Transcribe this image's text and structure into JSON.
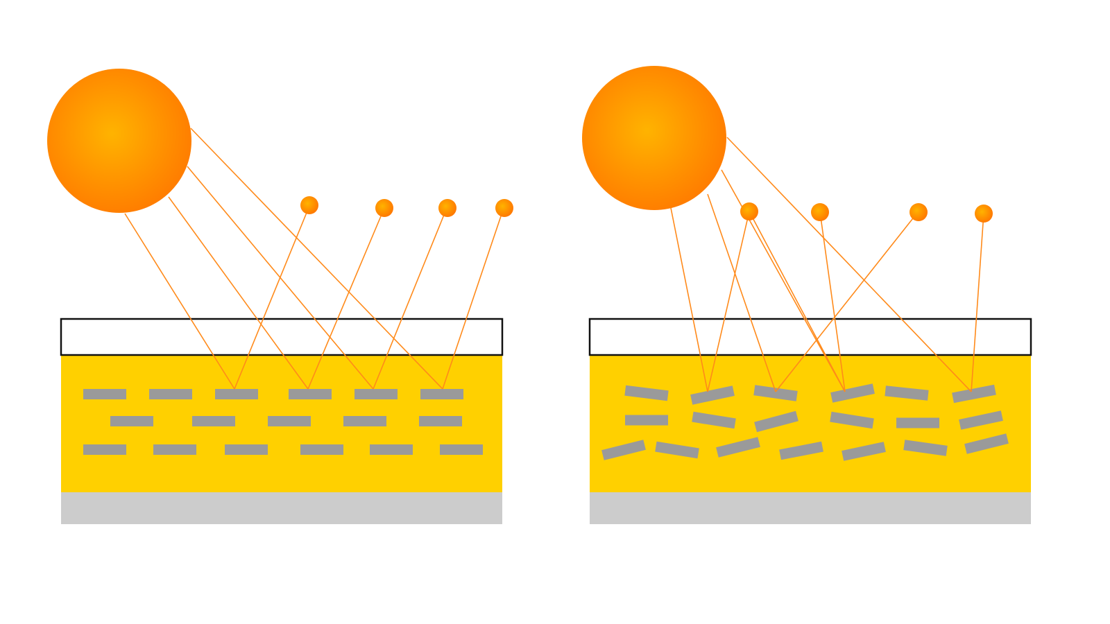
{
  "colors": {
    "background": "#ffffff",
    "sun_center": "#ffb300",
    "sun_edge": "#ff7a00",
    "ray": "#ff8a1a",
    "coating": "#ffd000",
    "coating_outline": "#111111",
    "substrate": "#cccccc",
    "flake": "#9a9a9a"
  },
  "panels": [
    {
      "id": "aligned",
      "flake_arrangement": "aligned",
      "reflected_ray_count": 4
    },
    {
      "id": "random",
      "flake_arrangement": "random",
      "reflected_ray_count": 4
    }
  ]
}
